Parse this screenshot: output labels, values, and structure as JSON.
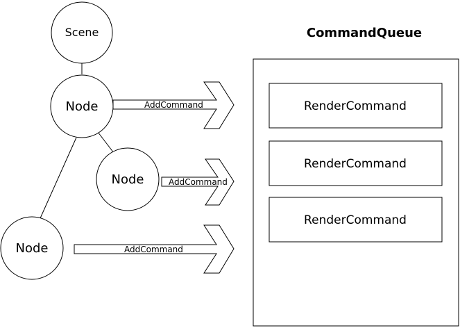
{
  "scene": {
    "label": "Scene"
  },
  "nodes": [
    {
      "label": "Node"
    },
    {
      "label": "Node"
    },
    {
      "label": "Node"
    }
  ],
  "arrows": [
    {
      "label": "AddCommand"
    },
    {
      "label": "AddCommand"
    },
    {
      "label": "AddCommand"
    }
  ],
  "queue": {
    "title": "CommandQueue",
    "commands": [
      {
        "label": "RenderCommand"
      },
      {
        "label": "RenderCommand"
      },
      {
        "label": "RenderCommand"
      }
    ]
  }
}
